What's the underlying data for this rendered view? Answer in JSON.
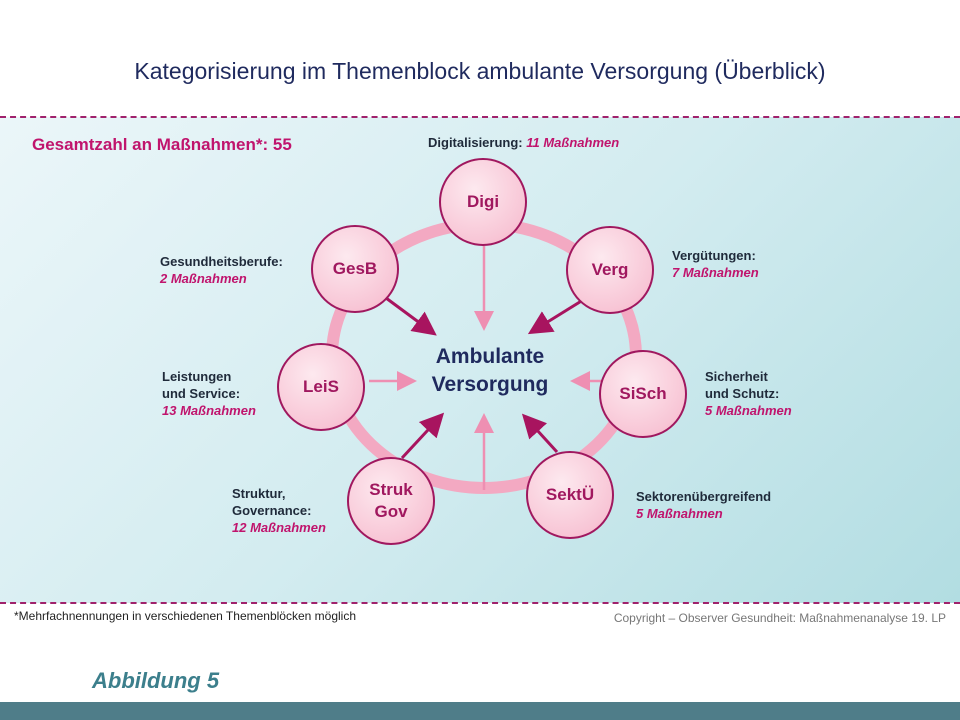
{
  "title": "Kategorisierung im Themenblock ambulante Versorgung (Überblick)",
  "total": "Gesamtzahl an Maßnahmen*: 55",
  "center": {
    "line1": "Ambulante",
    "line2": "Versorgung"
  },
  "nodes": {
    "digi": "Digi",
    "verg": "Verg",
    "sisch": "SiSch",
    "sektue": "SektÜ",
    "struk_line1": "Struk",
    "struk_line2": "Gov",
    "leis": "LeiS",
    "gesb": "GesB"
  },
  "labels": {
    "digi": {
      "text": "Digitalisierung: ",
      "count": "11 Maßnahmen"
    },
    "verg": {
      "text": "Vergütungen:",
      "count": "7 Maßnahmen"
    },
    "sisch": {
      "line1": "Sicherheit",
      "line2": "und Schutz:",
      "count": "5 Maßnahmen"
    },
    "sektue": {
      "text": "Sektorenübergreifend",
      "count": "5 Maßnahmen"
    },
    "struk": {
      "line1": "Struktur,",
      "line2": "Governance:",
      "count": "12 Maßnahmen"
    },
    "leis": {
      "line1": "Leistungen",
      "line2": "und Service:",
      "count": "13 Maßnahmen"
    },
    "gesb": {
      "text": "Gesundheitsberufe:",
      "count": "2 Maßnahmen"
    }
  },
  "footnote": "*Mehrfachnennungen in verschiedenen Themenblöcken möglich",
  "copyright": "Copyright – Observer Gesundheit: Maßnahmenanalyse 19. LP",
  "figure_label": "Abbildung 5",
  "colors": {
    "accent": "#c0146d",
    "ring": "#f3a9c2",
    "node_border": "#a0185f",
    "arrow_dark": "#a8145f",
    "arrow_light": "#ee8fb2",
    "title": "#1f2a5e",
    "bottom_bar": "#4f7d89"
  }
}
